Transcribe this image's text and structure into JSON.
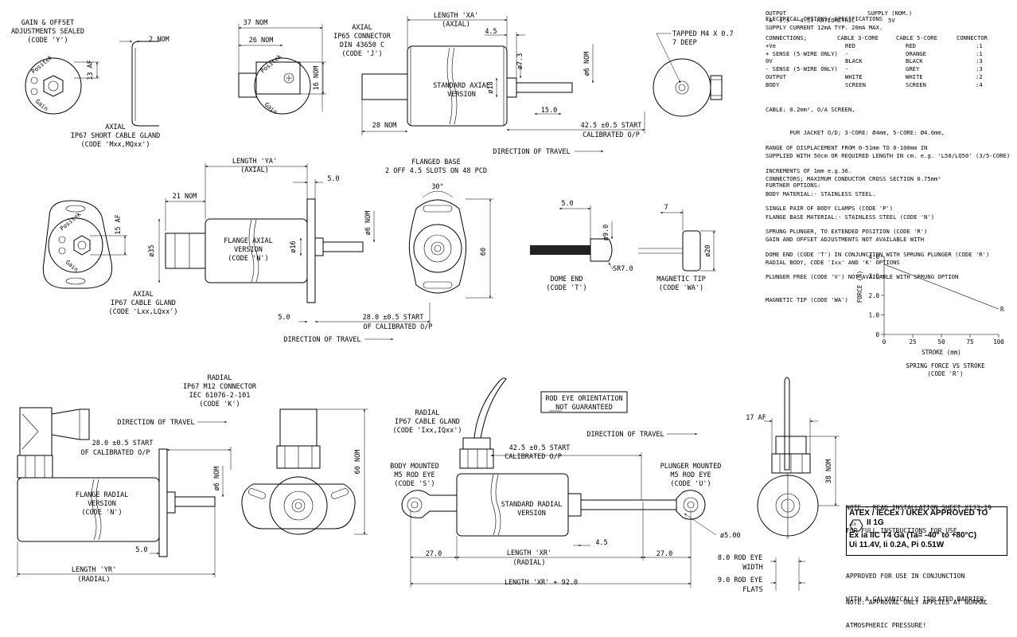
{
  "labels": {
    "gain_offset": [
      "GAIN & OFFSET",
      "ADJUSTMENTS SEALED",
      "(CODE 'Y')"
    ],
    "nom_2": "2 NOM",
    "af_13": "13 AF",
    "axial_short_gland": [
      "AXIAL",
      "IP67 SHORT CABLE GLAND",
      "(CODE 'Mxx,MQxx')"
    ],
    "nom_37": "37 NOM",
    "nom_26": "26 NOM",
    "nom_16": "16 NOM",
    "axial_ip65": [
      "AXIAL",
      "IP65 CONNECTOR",
      "DIN 43650 C",
      "(CODE 'J')"
    ],
    "length_xa": [
      "LENGTH 'XA'",
      "(AXIAL)"
    ],
    "dim_4_5": "4.5",
    "dia_7_3": "ø7.3",
    "dia_18": "ø18",
    "dia_6_nom": "ø6 NOM",
    "standard_axial": [
      "STANDARD AXIAL",
      "VERSION"
    ],
    "nom_28": "28 NOM",
    "dim_15": "15.0",
    "start_42_5": [
      "42.5 ±0.5 START",
      "CALIBRATED O/P"
    ],
    "direction_of_travel": "DIRECTION OF TRAVEL",
    "tapped": [
      "TAPPED M4 X 0.7",
      "7 DEEP"
    ],
    "length_ya": [
      "LENGTH 'YA'",
      "(AXIAL)"
    ],
    "dim_5_0": "5.0",
    "nom_21": "21 NOM",
    "af_15": "15 AF",
    "dia_35": "ø35",
    "dia_16": "ø16",
    "flange_axial": [
      "FLANGE AXIAL",
      "VERSION",
      "(CODE 'N')"
    ],
    "axial_cable_gland": [
      "AXIAL",
      "IP67 CABLE GLAND",
      "(CODE 'Lxx,LQxx')"
    ],
    "start_28": [
      "28.0 ±0.5 START",
      "OF CALIBRATED O/P"
    ],
    "flanged_base": [
      "FLANGED BASE",
      "2 OFF 4.5 SLOTS ON 48 PCD"
    ],
    "deg_30": "30°",
    "dim_60": "60",
    "dia_9": "ø9.0",
    "sr7": "SR7.0",
    "dome_end": [
      "DOME END",
      "(CODE 'T')"
    ],
    "dim_7": "7",
    "dia_20": "ø20",
    "magnetic_tip": [
      "MAGNETIC TIP",
      "(CODE 'WA')"
    ],
    "radial_m12": [
      "RADIAL",
      "IP67 M12 CONNECTOR",
      "IEC 61076-2-101",
      "(CODE 'K')"
    ],
    "flange_radial": [
      "FLANGE RADIAL",
      "VERSION",
      "(CODE 'N')"
    ],
    "length_yr": [
      "LENGTH 'YR'",
      "(RADIAL)"
    ],
    "nom_60": "60 NOM",
    "rod_eye_orientation": [
      "ROD EYE ORIENTATION",
      "NOT GUARANTEED"
    ],
    "rod_eye_not": "NOT",
    "radial_gland": [
      "RADIAL",
      "IP67 CABLE GLAND",
      "(CODE 'Ixx,IQxx')"
    ],
    "body_mounted": [
      "BODY MOUNTED",
      "M5 ROD EYE",
      "(CODE 'S')"
    ],
    "standard_radial": [
      "STANDARD RADIAL",
      "VERSION"
    ],
    "plunger_mounted": [
      "PLUNGER MOUNTED",
      "M5 ROD EYE",
      "(CODE 'U')"
    ],
    "dim_27": "27.0",
    "length_xr": [
      "LENGTH 'XR'",
      "(RADIAL)"
    ],
    "length_xr_92": "LENGTH 'XR' + 92.0",
    "dia_5": "ø5.00",
    "af_17": "17 AF",
    "nom_38": "38 NOM",
    "rod_eye_width": [
      "8.0 ROD EYE",
      "WIDTH"
    ],
    "rod_eye_flats": [
      "9.0 ROD EYE",
      "FLATS"
    ],
    "logo": "Positek",
    "gain": "Gain"
  },
  "spec": {
    "title": "ELECTRICAL OPTIONS/ SPECIFICATIONS",
    "output_hdr": "OUTPUT",
    "supply_hdr": "SUPPLY (NOM.)",
    "output_row": "'A' 0.5 - 4.5V RATIOMETRIC",
    "output_v": "5V",
    "supply_current": "SUPPLY CURRENT 12mA TYP. 20mA MAX.",
    "conn_header": [
      "CONNECTIONS;",
      "CABLE 3-CORE",
      "CABLE 5-CORE",
      "CONNECTOR"
    ],
    "conn_rows": [
      [
        "+Ve",
        "RED",
        "RED",
        ":1"
      ],
      [
        "+ SENSE (5-WIRE ONLY)",
        "-",
        "ORANGE",
        ":1"
      ],
      [
        "0V",
        "BLACK",
        "BLACK",
        ":3"
      ],
      [
        "- SENSE (5-WIRE ONLY)",
        "-",
        "GREY",
        ":3"
      ],
      [
        "OUTPUT",
        "WHITE",
        "WHITE",
        ":2"
      ],
      [
        "BODY",
        "SCREEN",
        "SCREEN",
        ":4"
      ]
    ],
    "cable_lines": [
      "CABLE: 0.2mm², O/A SCREEN,",
      "       PUR JACKET O/D; 3-CORE: Ø4mm, 5-CORE: Ø4.6mm,",
      "SUPPLIED WITH 50cm OR REQUIRED LENGTH IN cm. e.g. 'L50/LQ50' (3/5-CORE)",
      "CONNECTORS; MAXIMUM CONDUCTOR CROSS SECTION 0.75mm²"
    ],
    "range_lines": [
      "RANGE OF DISPLACEMENT FROM 0-51mm TO 0-100mm IN",
      "INCREMENTS OF 1mm e.g.36.",
      "BODY MATERIAL:- STAINLESS STEEL.",
      "FLANGE BASE MATERIAL:- STAINLESS STEEL (CODE 'N')"
    ],
    "further_lines": [
      "FURTHER OPTIONS:",
      "SINGLE PAIR OF BODY CLAMPS (CODE 'P')",
      "SPRUNG PLUNGER, TO EXTENDED POSITION (CODE 'R')",
      "DOME END (CODE 'T') IN CONJUNCTION WITH SPRUNG PLUNGER (CODE 'R')",
      "PLUNGER FREE (CODE 'V') NOT AVAILABLE WITH SPRUNG OPTION",
      "MAGNETIC TIP (CODE 'WA')"
    ],
    "gain_lines": [
      "GAIN AND OFFSET ADJUSTMENTS NOT AVAILABLE WITH",
      "RADIAL BODY, CODE 'Ixx' AND 'K' OPTIONS"
    ]
  },
  "chart": {
    "ylabel": "FORCE (N)",
    "xlabel": "STROKE (mm)",
    "title": [
      "SPRING FORCE VS STROKE",
      "(CODE 'R')"
    ],
    "y_ticks": [
      "4.0",
      "3.0",
      "2.0",
      "1.0",
      "0"
    ],
    "x_ticks": [
      "0",
      "25",
      "50",
      "75",
      "100"
    ],
    "series_label": "R",
    "points": [
      [
        0,
        3.6
      ],
      [
        100,
        1.3
      ]
    ]
  },
  "notes": {
    "install": [
      "NOTE:- READ INSTALLATION SHEET X133-19",
      "FOR FULL INSTRUCTIONS FOR USE."
    ],
    "atex_title": "ATEX / IECEx / UKEX APPROVED TO",
    "atex_ex": "Ex",
    "atex_group": "II 1G",
    "atex_line1": "Ex ia IIC T4 Ga (Ta= -40° to +80°C)",
    "atex_line2": "Ui 11.4V,  Ii 0.2A,  Pi 0.51W",
    "approved": [
      "APPROVED FOR USE IN CONJUNCTION",
      "WITH A GALVANICALLY ISOLATED BARRIER."
    ],
    "approval_note": [
      "NOTE: APPROVAL ONLY APPLIES AT NORMAL",
      "ATMOSPHERIC PRESSURE!"
    ]
  }
}
